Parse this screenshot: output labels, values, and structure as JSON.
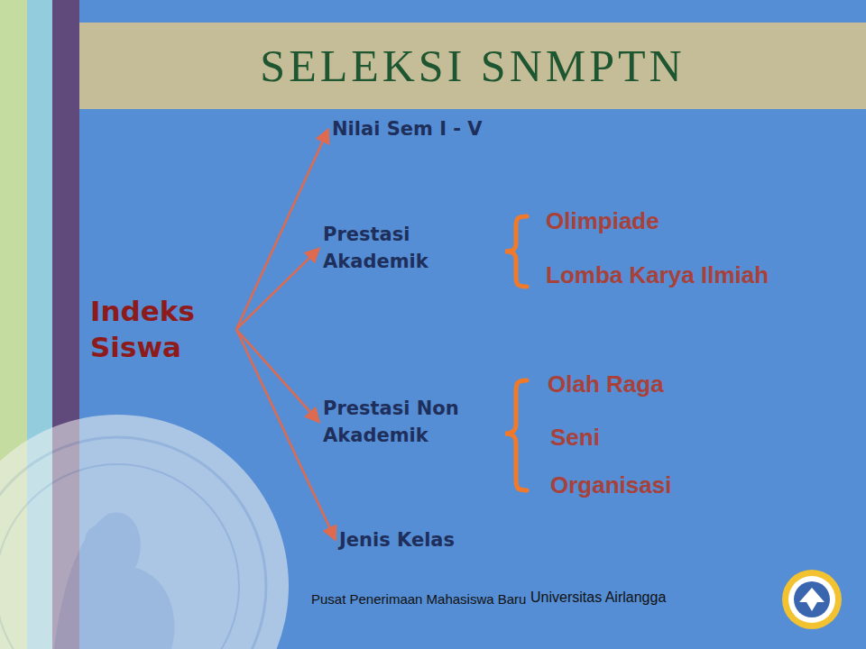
{
  "diagram": {
    "title": "SELEKSI SNMPTN",
    "nodes": [
      {
        "text": [
          "Indeks Siswa"
        ]
      },
      {
        "text": [
          "Nilai Sem I - V"
        ]
      },
      {
        "text": [
          "Prestasi Akademik"
        ]
      },
      {
        "text": [
          "Prestasi Non Akademik"
        ]
      },
      {
        "text": [
          "Jenis Kelas"
        ]
      }
    ],
    "edges": [
      {
        "from": 0,
        "to": 1,
        "arrow": "to"
      },
      {
        "from": 0,
        "to": 2,
        "arrow": "to"
      },
      {
        "from": 0,
        "to": 3,
        "arrow": "to"
      },
      {
        "from": 0,
        "to": 4,
        "arrow": "to"
      }
    ],
    "labels": [
      "Olimpiade",
      "Lomba Karya Ilmiah",
      "Olah Raga",
      "Seni",
      "Organisasi",
      "Pusat Penerimaan Mahasiswa Baru",
      "Universitas Airlangga"
    ]
  }
}
